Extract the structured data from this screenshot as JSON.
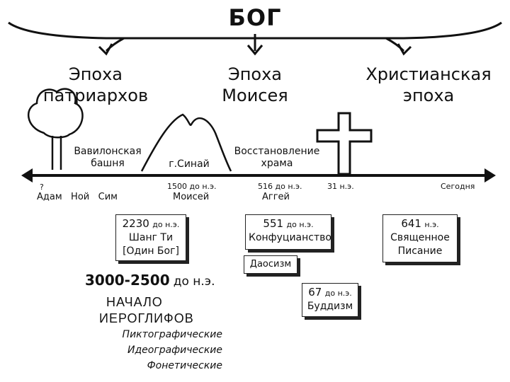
{
  "title": "БОГ",
  "eras": {
    "patriarchs": [
      "Эпоха",
      "патриархов"
    ],
    "moses": [
      "Эпоха",
      "Моисея"
    ],
    "christian": [
      "Христианская",
      "эпоха"
    ]
  },
  "events_above": {
    "babel": [
      "Вавилонская",
      "башня"
    ],
    "sinai": "г.Синай",
    "temple": [
      "Восстановление",
      "храма"
    ]
  },
  "timeline": {
    "q": "?",
    "people_patriarchs": "Адам   Ной   Сим",
    "moses_date": "1500 до н.э.",
    "moses_name": "Моисей",
    "haggai_date": "516 до н.э.",
    "haggai_name": "Аггей",
    "christ_date": "31 н.э.",
    "today": "Сегодня"
  },
  "boxes": {
    "shangti": {
      "year": "2230",
      "suffix": "до н.э.",
      "line2": "Шанг Ти",
      "line3": "[Один Бог]"
    },
    "confucianism": {
      "year": "551",
      "suffix": "до н.э.",
      "line2": "Конфуцианство"
    },
    "taoism": "Даосизм",
    "buddhism": {
      "year": "67",
      "suffix": "до н.э.",
      "line2": "Буддизм"
    },
    "scripture": {
      "year": "641",
      "suffix": "н.э.",
      "line2": "Священное",
      "line3": "Писание"
    }
  },
  "hieroglyphs": {
    "date_big": "3000-2500",
    "date_suffix": "до н.э.",
    "line1": "НАЧАЛО",
    "line2": "ИЕРОГЛИФОВ",
    "types": [
      "Пиктографические",
      "Идеографические",
      "Фонетические"
    ]
  }
}
